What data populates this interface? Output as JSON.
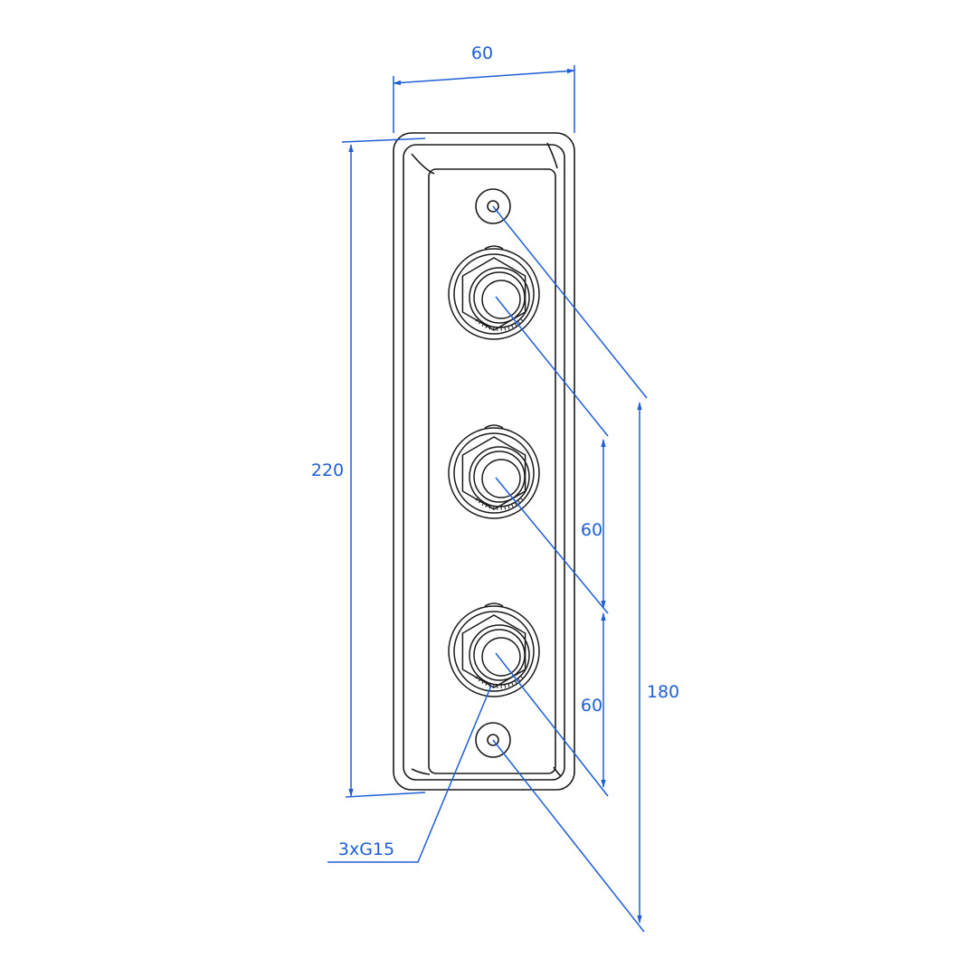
{
  "colors": {
    "outline": "#1a1a1a",
    "dimension": "#1f5fd6",
    "background": "#ffffff"
  },
  "dimensions": {
    "width_top": "60",
    "height_total": "220",
    "spacing_upper": "60",
    "spacing_lower": "60",
    "mounting_holes": "180",
    "connections": "3xG15"
  },
  "parts": {
    "mounting_holes_count": 2,
    "fittings_count": 3
  }
}
